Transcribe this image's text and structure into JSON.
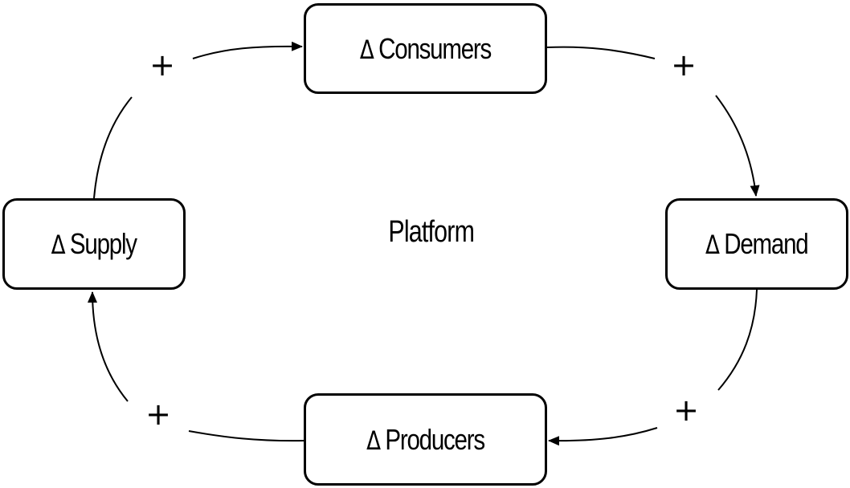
{
  "diagram": {
    "type": "causal-loop",
    "center_label": "Platform",
    "nodes": {
      "consumers": {
        "delta": "Δ",
        "label": "Consumers"
      },
      "demand": {
        "delta": "Δ",
        "label": "Demand"
      },
      "producers": {
        "delta": "Δ",
        "label": "Producers"
      },
      "supply": {
        "delta": "Δ",
        "label": "Supply"
      }
    },
    "edges": [
      {
        "from": "Supply",
        "to": "Consumers",
        "polarity": "+"
      },
      {
        "from": "Consumers",
        "to": "Demand",
        "polarity": "+"
      },
      {
        "from": "Demand",
        "to": "Producers",
        "polarity": "+"
      },
      {
        "from": "Producers",
        "to": "Supply",
        "polarity": "+"
      }
    ],
    "polarity_labels": {
      "supply_to_consumers": "+",
      "consumers_to_demand": "+",
      "demand_to_producers": "+",
      "producers_to_supply": "+"
    },
    "colors": {
      "stroke": "#000000",
      "background": "#ffffff"
    }
  }
}
